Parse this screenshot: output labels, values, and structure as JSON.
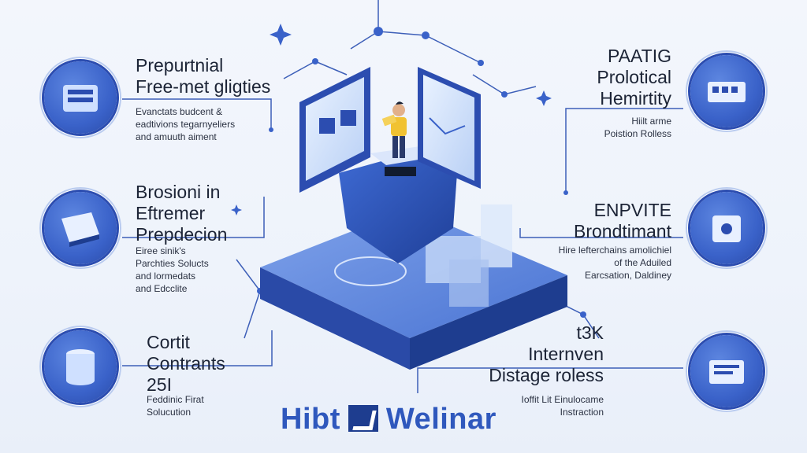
{
  "colors": {
    "accent": "#3a62c9",
    "deep": "#1e3d8f",
    "line": "#3d5fb8",
    "text": "#1c2436"
  },
  "left": [
    {
      "title": [
        "Prepurtnial",
        "Free-met gligties"
      ],
      "desc": [
        "Evanctats budcent &",
        "eadtivions tegarnyeliers",
        "and amuuth aiment"
      ],
      "icon": "server-rack-icon"
    },
    {
      "title": [
        "Brosioni in",
        "Eftremer",
        "Prepdecion"
      ],
      "desc": [
        "Eiree sinik's",
        "Parchties Solucts",
        "and lormedats",
        "and Edcclite"
      ],
      "icon": "book-icon"
    },
    {
      "title": [
        "Cortit",
        "Contrants",
        "25I"
      ],
      "desc": [
        "Feddinic Firat",
        "Solucution"
      ],
      "icon": "database-icon"
    }
  ],
  "right": [
    {
      "title": [
        "PAATIG",
        "Prolotical",
        "Hemirtity"
      ],
      "desc": [
        "Hiilt arme",
        "Poistion Rolless"
      ],
      "icon": "network-device-icon"
    },
    {
      "title": [
        "ENPVITE",
        "Brondtimant"
      ],
      "desc": [
        "Hire lefterchains amolichiel",
        "of the Aduiled",
        "Earcsation, Daldiney"
      ],
      "icon": "security-device-icon"
    },
    {
      "title": [
        "t3K",
        "Internven",
        "Distage roless"
      ],
      "desc": [
        "Ioffit Lit Einulocame",
        "Instraction"
      ],
      "icon": "terminal-icon"
    }
  ],
  "brand": {
    "left": "Hibt",
    "right": "Welinar",
    "icon": "brand-logo-icon"
  }
}
